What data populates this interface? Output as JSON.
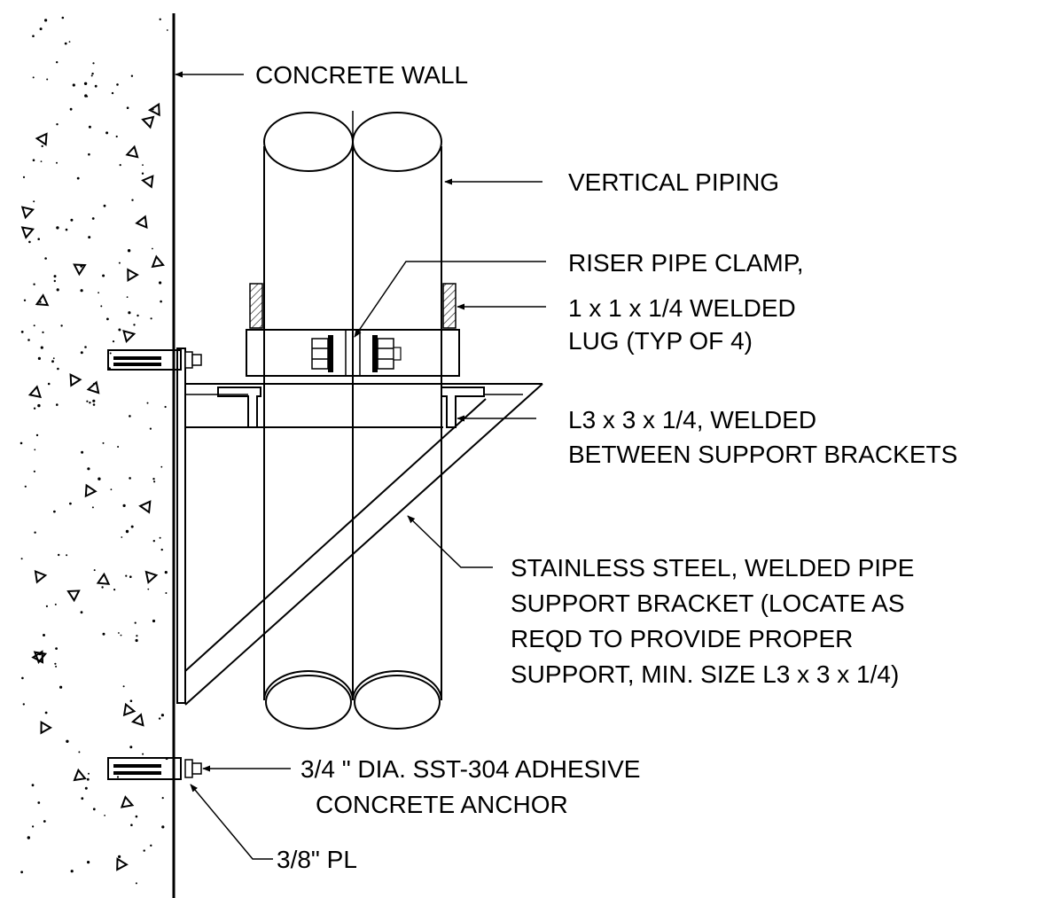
{
  "labels": {
    "concrete_wall": "CONCRETE WALL",
    "vertical_piping": "VERTICAL PIPING",
    "riser_clamp_1": "RISER PIPE CLAMP,",
    "riser_clamp_2": "1 x 1 x 1/4 WELDED",
    "riser_clamp_3": "LUG (TYP OF 4)",
    "angle_1": "L3 x 3 x 1/4, WELDED",
    "angle_2": "BETWEEN SUPPORT BRACKETS",
    "bracket_1": "STAINLESS STEEL, WELDED PIPE",
    "bracket_2": "SUPPORT BRACKET (LOCATE AS",
    "bracket_3": "REQD TO PROVIDE PROPER",
    "bracket_4": "SUPPORT, MIN. SIZE L3 x 3 x 1/4)",
    "anchor_1": "3/4 \" DIA. SST-304 ADHESIVE",
    "anchor_2": "CONCRETE ANCHOR",
    "plate": "3/8\" PL"
  },
  "colors": {
    "line": "#000000",
    "background": "#ffffff"
  }
}
